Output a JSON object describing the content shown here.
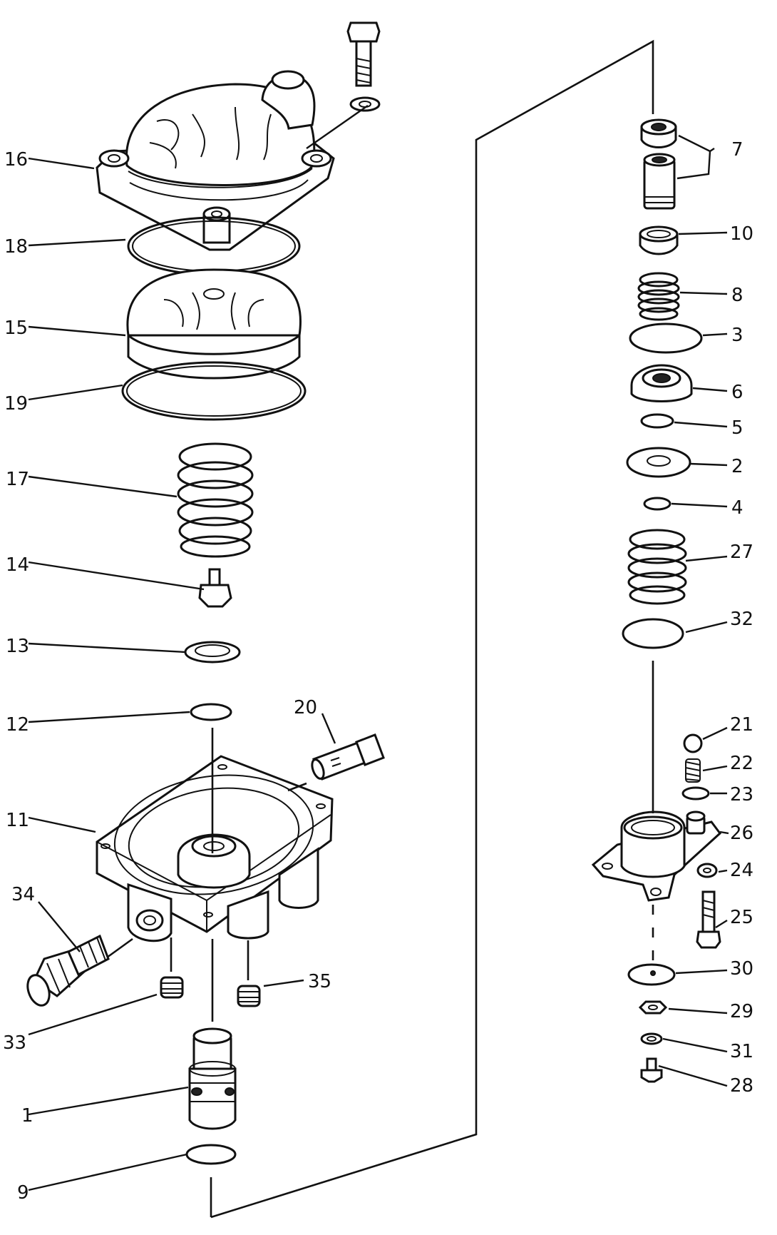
{
  "callouts": [
    {
      "id": "16",
      "text": "16"
    },
    {
      "id": "18",
      "text": "18"
    },
    {
      "id": "15",
      "text": "15"
    },
    {
      "id": "19",
      "text": "19"
    },
    {
      "id": "17",
      "text": "17"
    },
    {
      "id": "14",
      "text": "14"
    },
    {
      "id": "13",
      "text": "13"
    },
    {
      "id": "12",
      "text": "12"
    },
    {
      "id": "20",
      "text": "20"
    },
    {
      "id": "11",
      "text": "11"
    },
    {
      "id": "34",
      "text": "34"
    },
    {
      "id": "33",
      "text": "33"
    },
    {
      "id": "35",
      "text": "35"
    },
    {
      "id": "1",
      "text": "1"
    },
    {
      "id": "9",
      "text": "9"
    },
    {
      "id": "7",
      "text": "7"
    },
    {
      "id": "10",
      "text": "10"
    },
    {
      "id": "8",
      "text": "8"
    },
    {
      "id": "3",
      "text": "3"
    },
    {
      "id": "6",
      "text": "6"
    },
    {
      "id": "5",
      "text": "5"
    },
    {
      "id": "2",
      "text": "2"
    },
    {
      "id": "4",
      "text": "4"
    },
    {
      "id": "27",
      "text": "27"
    },
    {
      "id": "32",
      "text": "32"
    },
    {
      "id": "21",
      "text": "21"
    },
    {
      "id": "22",
      "text": "22"
    },
    {
      "id": "23",
      "text": "23"
    },
    {
      "id": "26",
      "text": "26"
    },
    {
      "id": "24",
      "text": "24"
    },
    {
      "id": "25",
      "text": "25"
    },
    {
      "id": "30",
      "text": "30"
    },
    {
      "id": "29",
      "text": "29"
    },
    {
      "id": "31",
      "text": "31"
    },
    {
      "id": "28",
      "text": "28"
    }
  ]
}
